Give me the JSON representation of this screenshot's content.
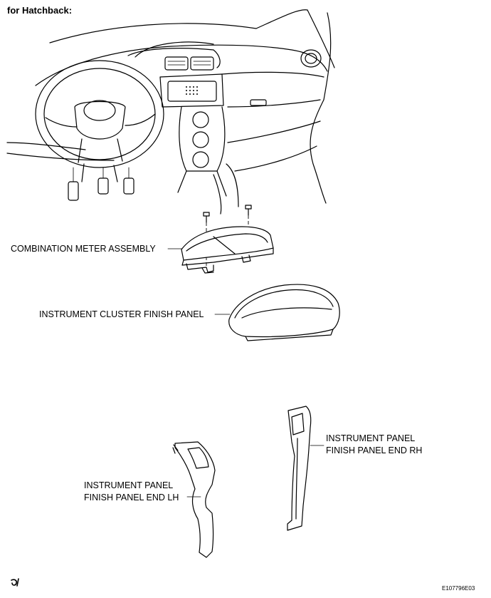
{
  "header": {
    "title": "for Hatchback:"
  },
  "labels": {
    "combination_meter": "COMBINATION METER ASSEMBLY",
    "cluster_finish_panel": "INSTRUMENT CLUSTER FINISH PANEL",
    "end_lh_line1": "INSTRUMENT PANEL",
    "end_lh_line2": "FINISH PANEL END LH",
    "end_rh_line1": "INSTRUMENT PANEL",
    "end_rh_line2": "FINISH PANEL END RH"
  },
  "footer": {
    "code": "E107796E03"
  }
}
